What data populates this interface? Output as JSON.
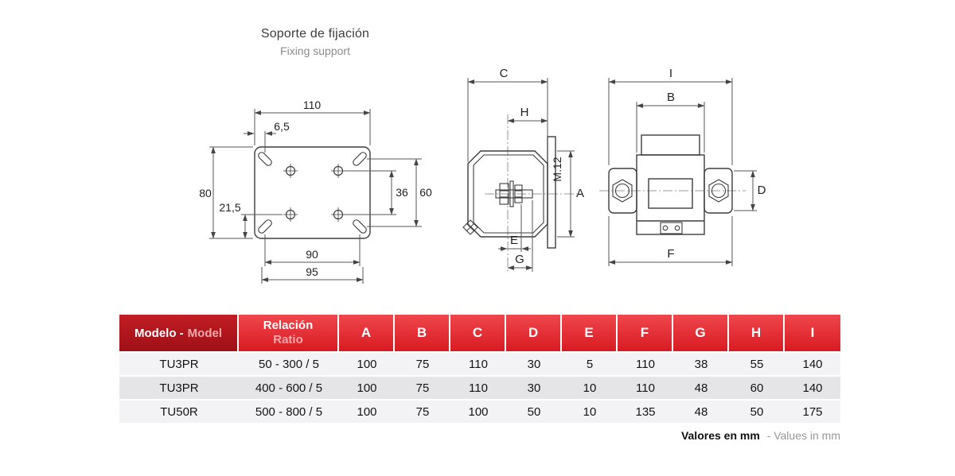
{
  "title": {
    "es": "Soporte de fijación",
    "en": "Fixing support"
  },
  "drawings": {
    "plate": {
      "total_width": "110",
      "slot_offset": "6,5",
      "total_height": "80",
      "hole_edge": "21,5",
      "hole_spacing": "36",
      "slot_spacing_v": "60",
      "slot_spacing_h": "90",
      "support_width": "95"
    },
    "side": {
      "c": "C",
      "h": "H",
      "thread": "M.12",
      "a": "A",
      "e": "E",
      "g": "G"
    },
    "front": {
      "i": "I",
      "b": "B",
      "d": "D",
      "f": "F"
    }
  },
  "table": {
    "header": {
      "model_es": "Modelo -",
      "model_en": "Model",
      "ratio_es": "Relación",
      "ratio_en": "Ratio",
      "dims": [
        "A",
        "B",
        "C",
        "D",
        "E",
        "F",
        "G",
        "H",
        "I"
      ]
    },
    "rows": [
      {
        "model": "TU3PR",
        "ratio": "50 - 300 / 5",
        "values": [
          "100",
          "75",
          "110",
          "30",
          "5",
          "110",
          "38",
          "55",
          "140"
        ]
      },
      {
        "model": "TU3PR",
        "ratio": "400 - 600 / 5",
        "values": [
          "100",
          "75",
          "110",
          "30",
          "10",
          "110",
          "48",
          "60",
          "140"
        ]
      },
      {
        "model": "TU50R",
        "ratio": "500 - 800 / 5",
        "values": [
          "100",
          "75",
          "100",
          "50",
          "10",
          "135",
          "48",
          "50",
          "175"
        ]
      }
    ]
  },
  "footer": {
    "es": "Valores en mm",
    "en": "- Values in mm"
  }
}
